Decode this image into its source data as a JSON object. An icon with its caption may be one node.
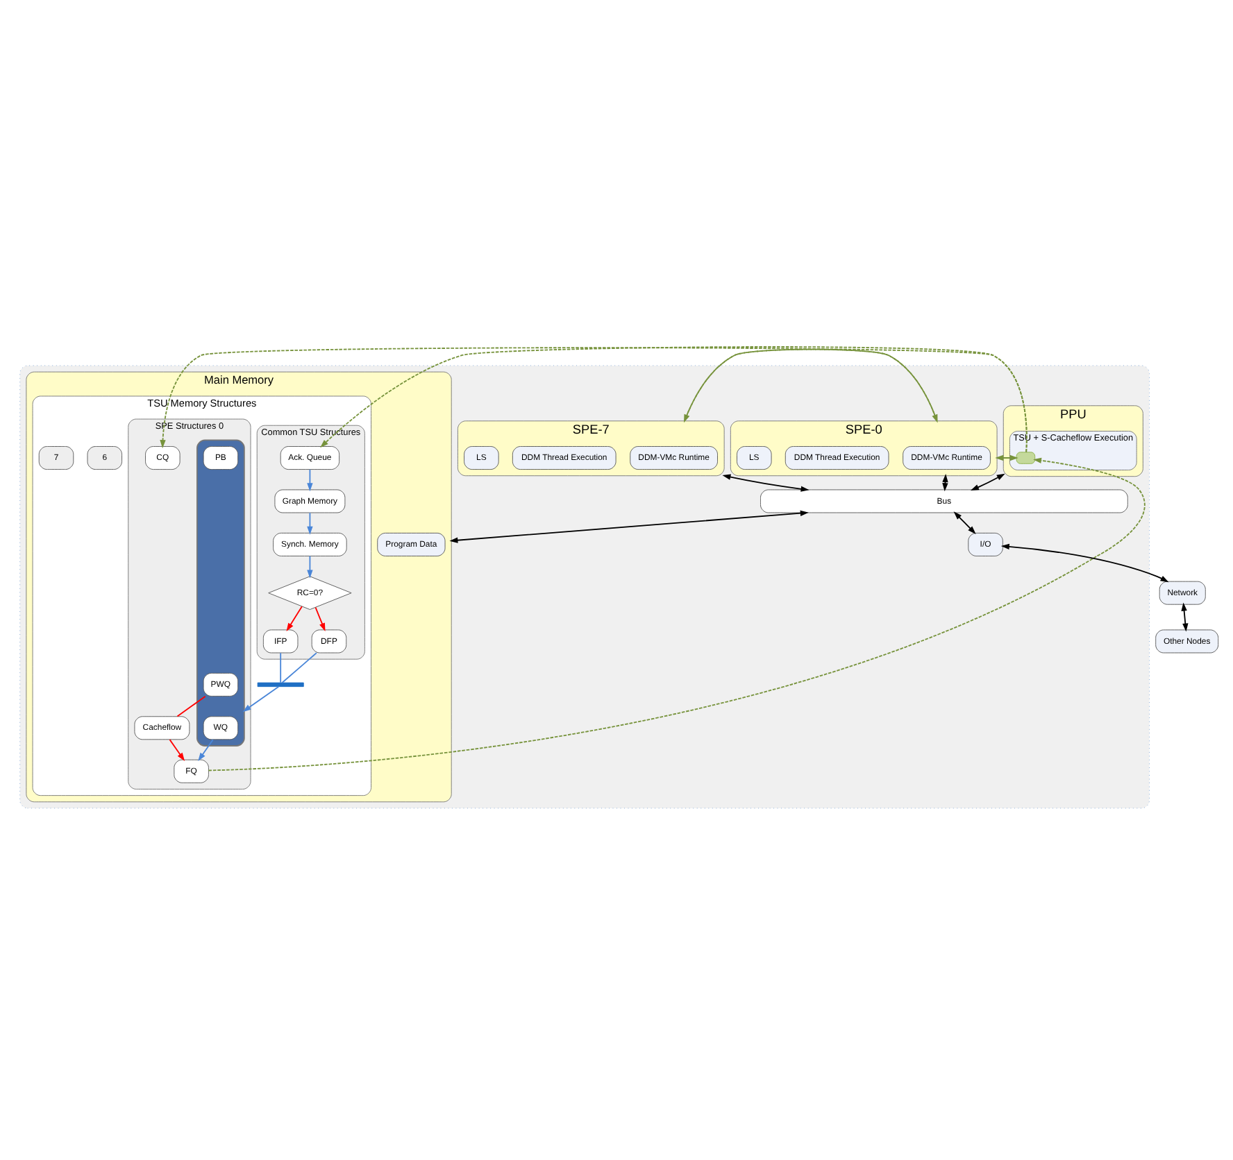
{
  "diagram": {
    "nodes": [
      {
        "text": [],
        "shape": "box"
      },
      {
        "text": [
          "PPU"
        ],
        "in": 0
      },
      {
        "text": [
          "TSU + S-Cacheflow Execution"
        ],
        "in": 1
      },
      {
        "text": [],
        "shape": "box",
        "in": 2
      },
      {
        "text": [
          "SPE-0"
        ],
        "in": 0
      },
      {
        "text": [
          "DDM-VMc Runtime"
        ],
        "in": 4
      },
      {
        "text": [
          "DDM Thread Execution"
        ],
        "in": 4
      },
      {
        "text": [
          "LS"
        ],
        "in": 4
      },
      {
        "text": [
          "SPE-7"
        ],
        "in": 0
      },
      {
        "text": [
          "DDM-VMc Runtime"
        ],
        "in": 8
      },
      {
        "text": [
          "DDM Thread Execution"
        ],
        "in": 8
      },
      {
        "text": [
          "LS"
        ],
        "in": 8
      },
      {
        "text": [
          "Bus"
        ],
        "in": 0
      },
      {
        "text": [
          "Main Memory"
        ],
        "in": 0
      },
      {
        "text": [
          "Program Data"
        ],
        "in": 13
      },
      {
        "text": [
          "TSU Memory Structures"
        ],
        "in": 13
      },
      {
        "text": [
          "Common TSU Structures"
        ],
        "in": 15
      },
      {
        "text": [
          "Graph Memory"
        ],
        "in": 16
      },
      {
        "text": [
          "IFP"
        ],
        "in": 16
      },
      {
        "text": [
          "DFP"
        ],
        "in": 16
      },
      {
        "text": [
          "Synch. Memory"
        ],
        "in": 16
      },
      {
        "text": [
          "Ack. Queue"
        ],
        "in": 16
      },
      {
        "text": [
          "RC=0?"
        ],
        "in": 16
      },
      {
        "text": [],
        "shape": "bar",
        "in": 15
      },
      {
        "text": [
          "SPE Structures 0"
        ],
        "in": 15
      },
      {
        "text": [
          "6"
        ],
        "in": 15
      },
      {
        "text": [
          "7"
        ],
        "in": 15
      },
      {
        "text": [],
        "shape": "box",
        "in": 24
      },
      {
        "text": [
          "WQ"
        ],
        "in": 27
      },
      {
        "text": [
          "PB"
        ],
        "in": 27
      },
      {
        "text": [
          "PWQ"
        ],
        "in": 27
      },
      {
        "text": [
          "Cacheflow"
        ],
        "in": 24
      },
      {
        "text": [
          "FQ"
        ],
        "in": 24
      },
      {
        "text": [
          "CQ"
        ],
        "in": 24
      },
      {
        "text": [
          "I/O"
        ],
        "in": 0
      },
      {
        "text": [
          "Network"
        ]
      },
      {
        "text": [
          "Other Nodes"
        ]
      }
    ],
    "edges": [
      {
        "from": 3,
        "to": 4,
        "arrow": "to",
        "style": "dashed",
        "color": "#77933c"
      },
      {
        "from": 4,
        "to": 3,
        "arrow": "to",
        "style": "dashed",
        "color": "#77933c"
      },
      {
        "from": 4,
        "to": 8,
        "arrow": "to",
        "style": "dashed",
        "color": "#77933c"
      },
      {
        "from": 8,
        "to": 4,
        "arrow": "to",
        "style": "dashed",
        "color": "#77933c"
      },
      {
        "from": 1,
        "to": 12,
        "arrow": "both",
        "color": "#000000"
      },
      {
        "from": 4,
        "to": 12,
        "arrow": "both",
        "color": "#000000"
      },
      {
        "from": 8,
        "to": 12,
        "arrow": "both",
        "color": "#000000"
      },
      {
        "from": 12,
        "to": 13,
        "arrow": "both",
        "color": "#000000"
      },
      {
        "from": 12,
        "to": 34,
        "arrow": "both",
        "color": "#000000"
      },
      {
        "from": 34,
        "to": 35,
        "arrow": "both",
        "color": "#000000"
      },
      {
        "from": 35,
        "to": 36,
        "arrow": "both",
        "color": "#000000"
      },
      {
        "from": 3,
        "to": 21,
        "arrow": "to",
        "style": "dashed",
        "color": "#77933c"
      },
      {
        "from": 32,
        "to": 3,
        "arrow": "to",
        "style": "dashed",
        "color": "#77933c"
      },
      {
        "from": 3,
        "to": 33,
        "arrow": "to",
        "style": "dashed",
        "color": "#77933c"
      },
      {
        "from": 21,
        "to": 17,
        "arrow": "to",
        "color": "#4a86d8"
      },
      {
        "from": 17,
        "to": 20,
        "arrow": "to",
        "color": "#4a86d8"
      },
      {
        "from": 20,
        "to": 22,
        "arrow": "to",
        "color": "#4a86d8"
      },
      {
        "from": 22,
        "to": 18,
        "arrow": "to",
        "color": "#ff0000"
      },
      {
        "from": 22,
        "to": 19,
        "arrow": "to",
        "color": "#ff0000"
      },
      {
        "from": 18,
        "to": 23,
        "arrow": "none",
        "color": "#4a86d8"
      },
      {
        "from": 19,
        "to": 23,
        "arrow": "none",
        "color": "#4a86d8"
      },
      {
        "from": 23,
        "to": 27,
        "arrow": "to",
        "color": "#4a86d8"
      },
      {
        "from": 28,
        "to": 32,
        "arrow": "to",
        "color": "#4a86d8"
      },
      {
        "from": 30,
        "to": 31,
        "arrow": "none",
        "color": "#ff0000"
      },
      {
        "from": 31,
        "to": 32,
        "arrow": "to",
        "color": "#ff0000"
      }
    ]
  }
}
